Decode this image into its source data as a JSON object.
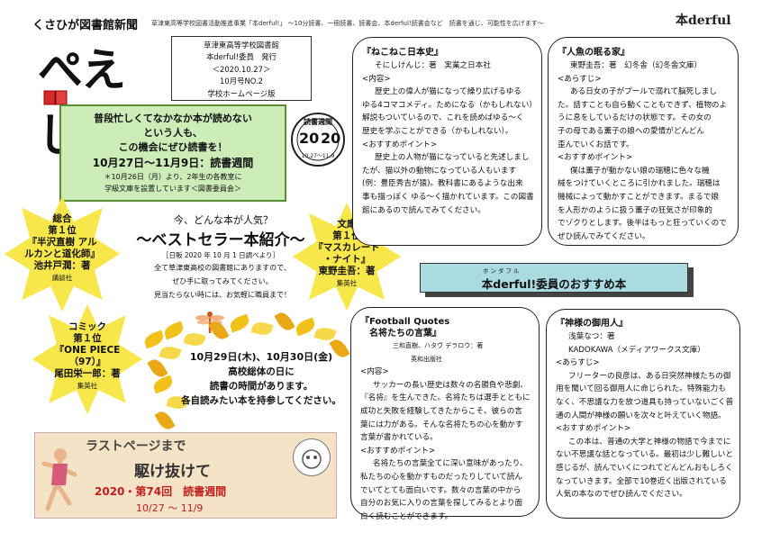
{
  "header": {
    "newsletter_name": "くさひが図書館新聞",
    "tagline": "草津東高等学校図書活動推進事業「本derful!」 ～10分読書、一冊読書、読書会、本derful!読書会など　読書を通じ、可能性を広げます～",
    "title_logo": "ぺえじ",
    "logo_text": "本derful"
  },
  "info_box": {
    "lines": [
      "草津東高等学校図書館",
      "本derful!委員　発行",
      "＜2020.10.27＞",
      "10月号NO.2",
      "学校ホームページ版"
    ]
  },
  "event_box": {
    "line1": "普段忙しくてなかなか本が読めない",
    "line2": "という人も、",
    "line3": "この機会にぜひ読書を！",
    "dates": "10月27日～11月9日：読書週間",
    "note1": "＊10月26日（月）より、2年生の各教室に",
    "note2": "学級文庫を設置しています＜図書委員会＞"
  },
  "stamp": {
    "top": "読書週間",
    "year_left": "20",
    "year_right": "20",
    "dates": "10.27～11.9"
  },
  "bestseller": {
    "subtitle": "今、どんな本が人気？",
    "title": "～ベストセラー本紹介～",
    "source": "［日販 2020 年 10 月 1 日調べより］",
    "desc1": "全て草津東高校の図書館にありますので、",
    "desc2": "ぜひ手に取ってみてください。",
    "desc3": "見当たらない時には、お気軽に職員まで！"
  },
  "star_sogo": {
    "genre": "総合",
    "rank": "第１位",
    "title1": "『半沢直樹 アル",
    "title2": "ルカンと道化師』",
    "author": "池井戸潤：著",
    "publisher": "講談社"
  },
  "star_bunko": {
    "genre": "文庫",
    "rank": "第１位",
    "title1": "『マスカレード",
    "title2": "・ナイト』",
    "author": "東野圭吾：著",
    "publisher": "集英社"
  },
  "star_comic": {
    "genre": "コミック",
    "rank": "第１位",
    "title1": "『ONE PIECE",
    "title2": "（97）』",
    "author": "尾田栄一郎：著",
    "publisher": "集英社"
  },
  "exam_notice": {
    "line1": "10月29日(木)、10月30日(金)",
    "line2": "高校総体の日に",
    "line3": "読書の時間があります。",
    "line4": "各自読みたい本を持参してください。"
  },
  "poster": {
    "line1": "ラストページまで",
    "line2": "駆け抜けて",
    "line3": "2020・第74回　読書週間",
    "line4": "10/27 ～ 11/9"
  },
  "recommend_banner": {
    "ruby": "ホンダフル",
    "text": "本derful!委員のおすすめ本"
  },
  "books": [
    {
      "title": "『ねこねこ日本史』",
      "author": "そにしけんじ：著　実業之日本社",
      "sections": [
        {
          "heading": "<内容>",
          "lines": [
            "歴史上の偉人が猫になって繰り広げるゆる",
            "ゆる4コマコメディ。ためになる（かもしれない）",
            "解説もついているので、これを読めばゆる～く",
            "歴史を学ぶことができる（かもしれない）。"
          ]
        },
        {
          "heading": "<おすすめポイント>",
          "lines": [
            "歴史上の人物が猫になっていると先述しまし",
            "たが、猫以外の動物になっている人もいます",
            "(例：豊臣秀吉が猿)。教科書にあるような出来",
            "事も描っぽく ゆる～く描かれています。この図書",
            "館にあるので読んでみてください。"
          ]
        }
      ]
    },
    {
      "title": "『人魚の眠る家』",
      "author": "東野圭吾：著　幻冬舎（幻冬舎文庫）",
      "sections": [
        {
          "heading": "<あらすじ>",
          "lines": [
            "ある日女の子がプールで溺れて脳死しまし",
            "た。話すことも自ら動くこともできず、植物のよ",
            "うに息をしているだけの状態です。その女の",
            "子の母である薫子の娘への愛情がどんどん",
            "歪んでいくお話です。"
          ]
        },
        {
          "heading": "<おすすめポイント>",
          "lines": [
            "僕は薫子が動かない娘の瑞穂に色々な機",
            "械をつけていくところに引かれました。瑞穂は",
            "機械によって動かすことができます。まるで娘",
            "を人形かのように扱う薫子の狂気さが印象的",
            "でゾクりとします。後半はもっと狂っていくので",
            "ぜひ読んでみてください。"
          ]
        }
      ]
    },
    {
      "title": "『Football Quotes",
      "title2": "名将たちの言葉』",
      "author": "三和直樹、ハタヴ デラロウ：著",
      "author2": "英和出版社",
      "sections": [
        {
          "heading": "<内容>",
          "lines": [
            "サッカーの長い歴史は数々の名勝負や悲劇、",
            "『名将』を生んできた。名将たちは選手とともに",
            "成功と失敗を経験してきたからこそ、彼らの言",
            "葉には力がある。そんな名将たちの心を動かす",
            "言葉が書かれている。"
          ]
        },
        {
          "heading": "<おすすめポイント>",
          "lines": [
            "名将たちの言葉全てに深い意味があったり、",
            "私たちの心を動かすものだったりしていて読ん",
            "でいてとても面白いです。数々の言葉の中から",
            "自分のお気に入りの言葉を探してみるとより面",
            "白く読むことができます。"
          ]
        }
      ]
    },
    {
      "title": "『神様の御用人』",
      "author": "浅葉なつ：著",
      "author2": "KADOKAWA（メディアワークス文庫）",
      "sections": [
        {
          "heading": "<あらすじ>",
          "lines": [
            "フリーターの良彦は、ある日突然神様たちの御",
            "用を聞いて回る御用人に命じられた。特殊能力も",
            "なく、不思議な力を放つ道具も持っていないごく普",
            "通の人間が神様の願いを次々と叶えていく物語。"
          ]
        },
        {
          "heading": "<おすすめポイント>",
          "lines": [
            "この本は、普通の大学と神様の物語で今までに",
            "ない不思議な話となっている。最初は少し難しいと",
            "感じるが、読んでいくにつれてどんどんおもしろく",
            "なっていきます。全部で10巻近く出版されている",
            "人気の本なのでぜひ読んでください。"
          ]
        }
      ]
    }
  ]
}
